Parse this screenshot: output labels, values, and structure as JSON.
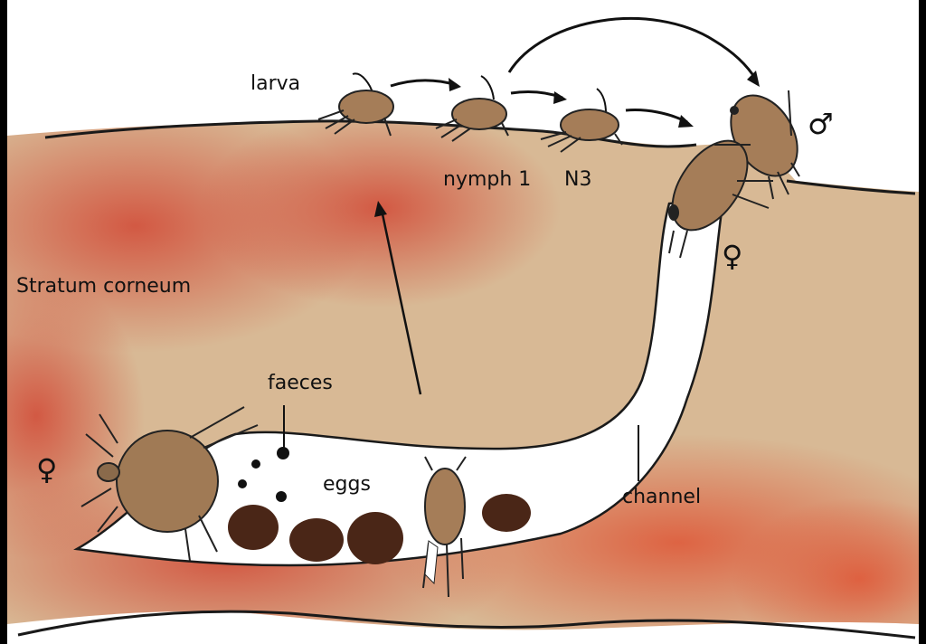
{
  "labels": {
    "larva": "larva",
    "nymph1": "nymph 1",
    "n3": "N3",
    "stratum": "Stratum corneum",
    "faeces": "faeces",
    "eggs": "eggs",
    "channel": "channel",
    "male_symbol": "♂",
    "female_symbol_top": "♀",
    "female_symbol_left": "♀"
  },
  "colors": {
    "skin_red": "#d9755e",
    "skin_tan": "#d4b48e",
    "mite_body": "#a07a55",
    "egg": "#4a2617",
    "channel": "#ffffff"
  }
}
